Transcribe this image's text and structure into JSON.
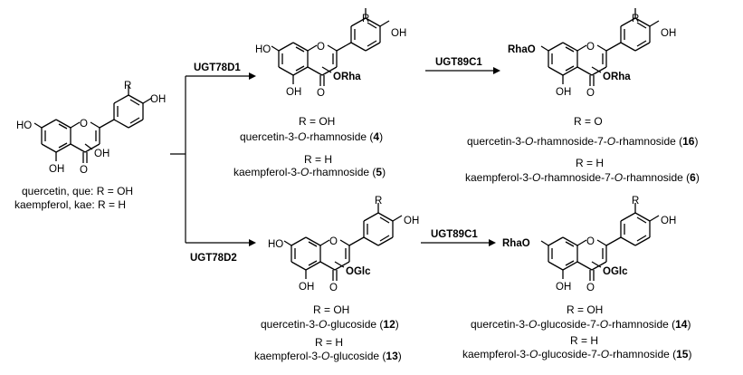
{
  "atom_labels": {
    "R": "R",
    "OH": "OH",
    "HO": "HO",
    "O": "O",
    "ORha": "ORha",
    "OGlc": "OGlc",
    "RhaO": "RhaO"
  },
  "enzymes": {
    "ugt78d1": "UGT78D1",
    "ugt78d2": "UGT78D2",
    "ugt89c1_top": "UGT89C1",
    "ugt89c1_bottom": "UGT89C1"
  },
  "starting": {
    "line1": "quercetin, que: R = OH",
    "line2": "kaempferol, kae: R = H"
  },
  "p4": {
    "r_value": "R = OH",
    "name_a": "quercetin-3-",
    "name_o": "O",
    "name_b": "-rhamnoside (",
    "num": "4",
    "close": ")"
  },
  "p5": {
    "r_value": "R = H",
    "name_a": "kaempferol-3-",
    "name_o": "O",
    "name_b": "-rhamnoside (",
    "num": "5",
    "close": ")"
  },
  "p16": {
    "r_value": "R = O",
    "name_a": "quercetin-3-",
    "name_o1": "O",
    "name_b": "-rhamnoside-7-",
    "name_o2": "O",
    "name_c": "-rhamnoside (",
    "num": "16",
    "close": ")"
  },
  "p6": {
    "r_value": "R = H",
    "name_a": "kaempferol-3-",
    "name_o1": "O",
    "name_b": "-rhamnoside-7-",
    "name_o2": "O",
    "name_c": "-rhamnoside (",
    "num": "6",
    "close": ")"
  },
  "p12": {
    "r_value": "R = OH",
    "name_a": "quercetin-3-",
    "name_o": "O",
    "name_b": "-glucoside (",
    "num": "12",
    "close": ")"
  },
  "p13": {
    "r_value": "R = H",
    "name_a": "kaempferol-3-",
    "name_o": "O",
    "name_b": "-glucoside (",
    "num": "13",
    "close": ")"
  },
  "p14": {
    "r_value": "R = OH",
    "name_a": "quercetin-3-",
    "name_o1": "O",
    "name_b": "-glucoside-7-",
    "name_o2": "O",
    "name_c": "-rhamnoside (",
    "num": "14",
    "close": ")"
  },
  "p15": {
    "r_value": "R = H",
    "name_a": "kaempferol-3-",
    "name_o1": "O",
    "name_b": "-glucoside-7-",
    "name_o2": "O",
    "name_c": "-rhamnoside (",
    "num": "15",
    "close": ")"
  }
}
